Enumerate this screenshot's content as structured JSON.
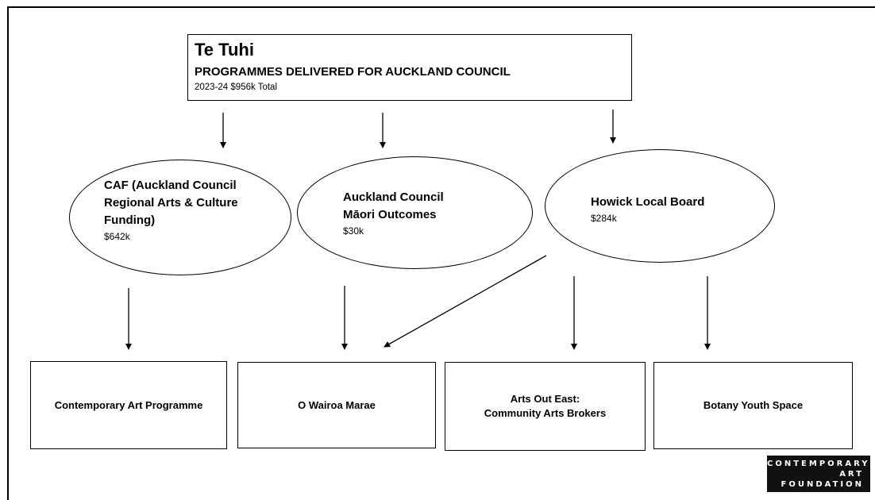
{
  "header": {
    "title": "Te Tuhi",
    "subtitle": "PROGRAMMES DELIVERED FOR AUCKLAND COUNCIL",
    "total": "2023-24 $956k Total"
  },
  "funders": [
    {
      "name": "CAF (Auckland Council Regional Arts & Culture Funding)",
      "amount": "$642k"
    },
    {
      "name": "Auckland Council Māori Outcomes",
      "amount": "$30k"
    },
    {
      "name": "Howick Local Board",
      "amount": "$284k"
    }
  ],
  "programmes": [
    {
      "label": "Contemporary Art Programme"
    },
    {
      "label": "O Wairoa Marae"
    },
    {
      "label": "Arts Out East:\nCommunity Arts Brokers"
    },
    {
      "label": "Botany Youth Space"
    }
  ],
  "logo": {
    "lines": [
      "CONTEMPORARY",
      "ART",
      "FOUNDATION"
    ]
  },
  "colors": {
    "line": "#000000",
    "background": "#ffffff",
    "logo_background": "#111111",
    "logo_text": "#ffffff"
  }
}
